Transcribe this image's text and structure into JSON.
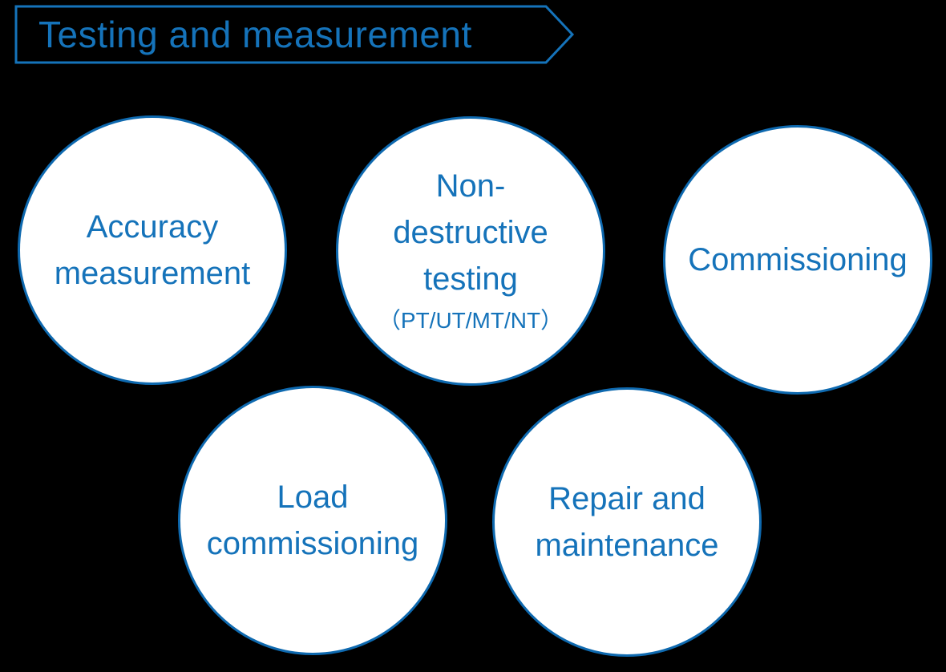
{
  "colors": {
    "accent": "#1573BA",
    "circle_border": "#0E69AF",
    "circle_fill": "#FFFFFF",
    "background": "#000000"
  },
  "header": {
    "title": "Testing and measurement"
  },
  "circles": [
    {
      "id": "accuracy-measurement",
      "lines": [
        "Accuracy",
        "measurement"
      ]
    },
    {
      "id": "non-destructive-testing",
      "lines": [
        "Non-",
        "destructive",
        "testing"
      ],
      "sub": "（PT/UT/MT/NT）"
    },
    {
      "id": "commissioning",
      "lines": [
        "Commissioning"
      ]
    },
    {
      "id": "load-commissioning",
      "lines": [
        "Load",
        "commissioning"
      ]
    },
    {
      "id": "repair-and-maintenance",
      "lines": [
        "Repair and",
        "maintenance"
      ]
    }
  ]
}
